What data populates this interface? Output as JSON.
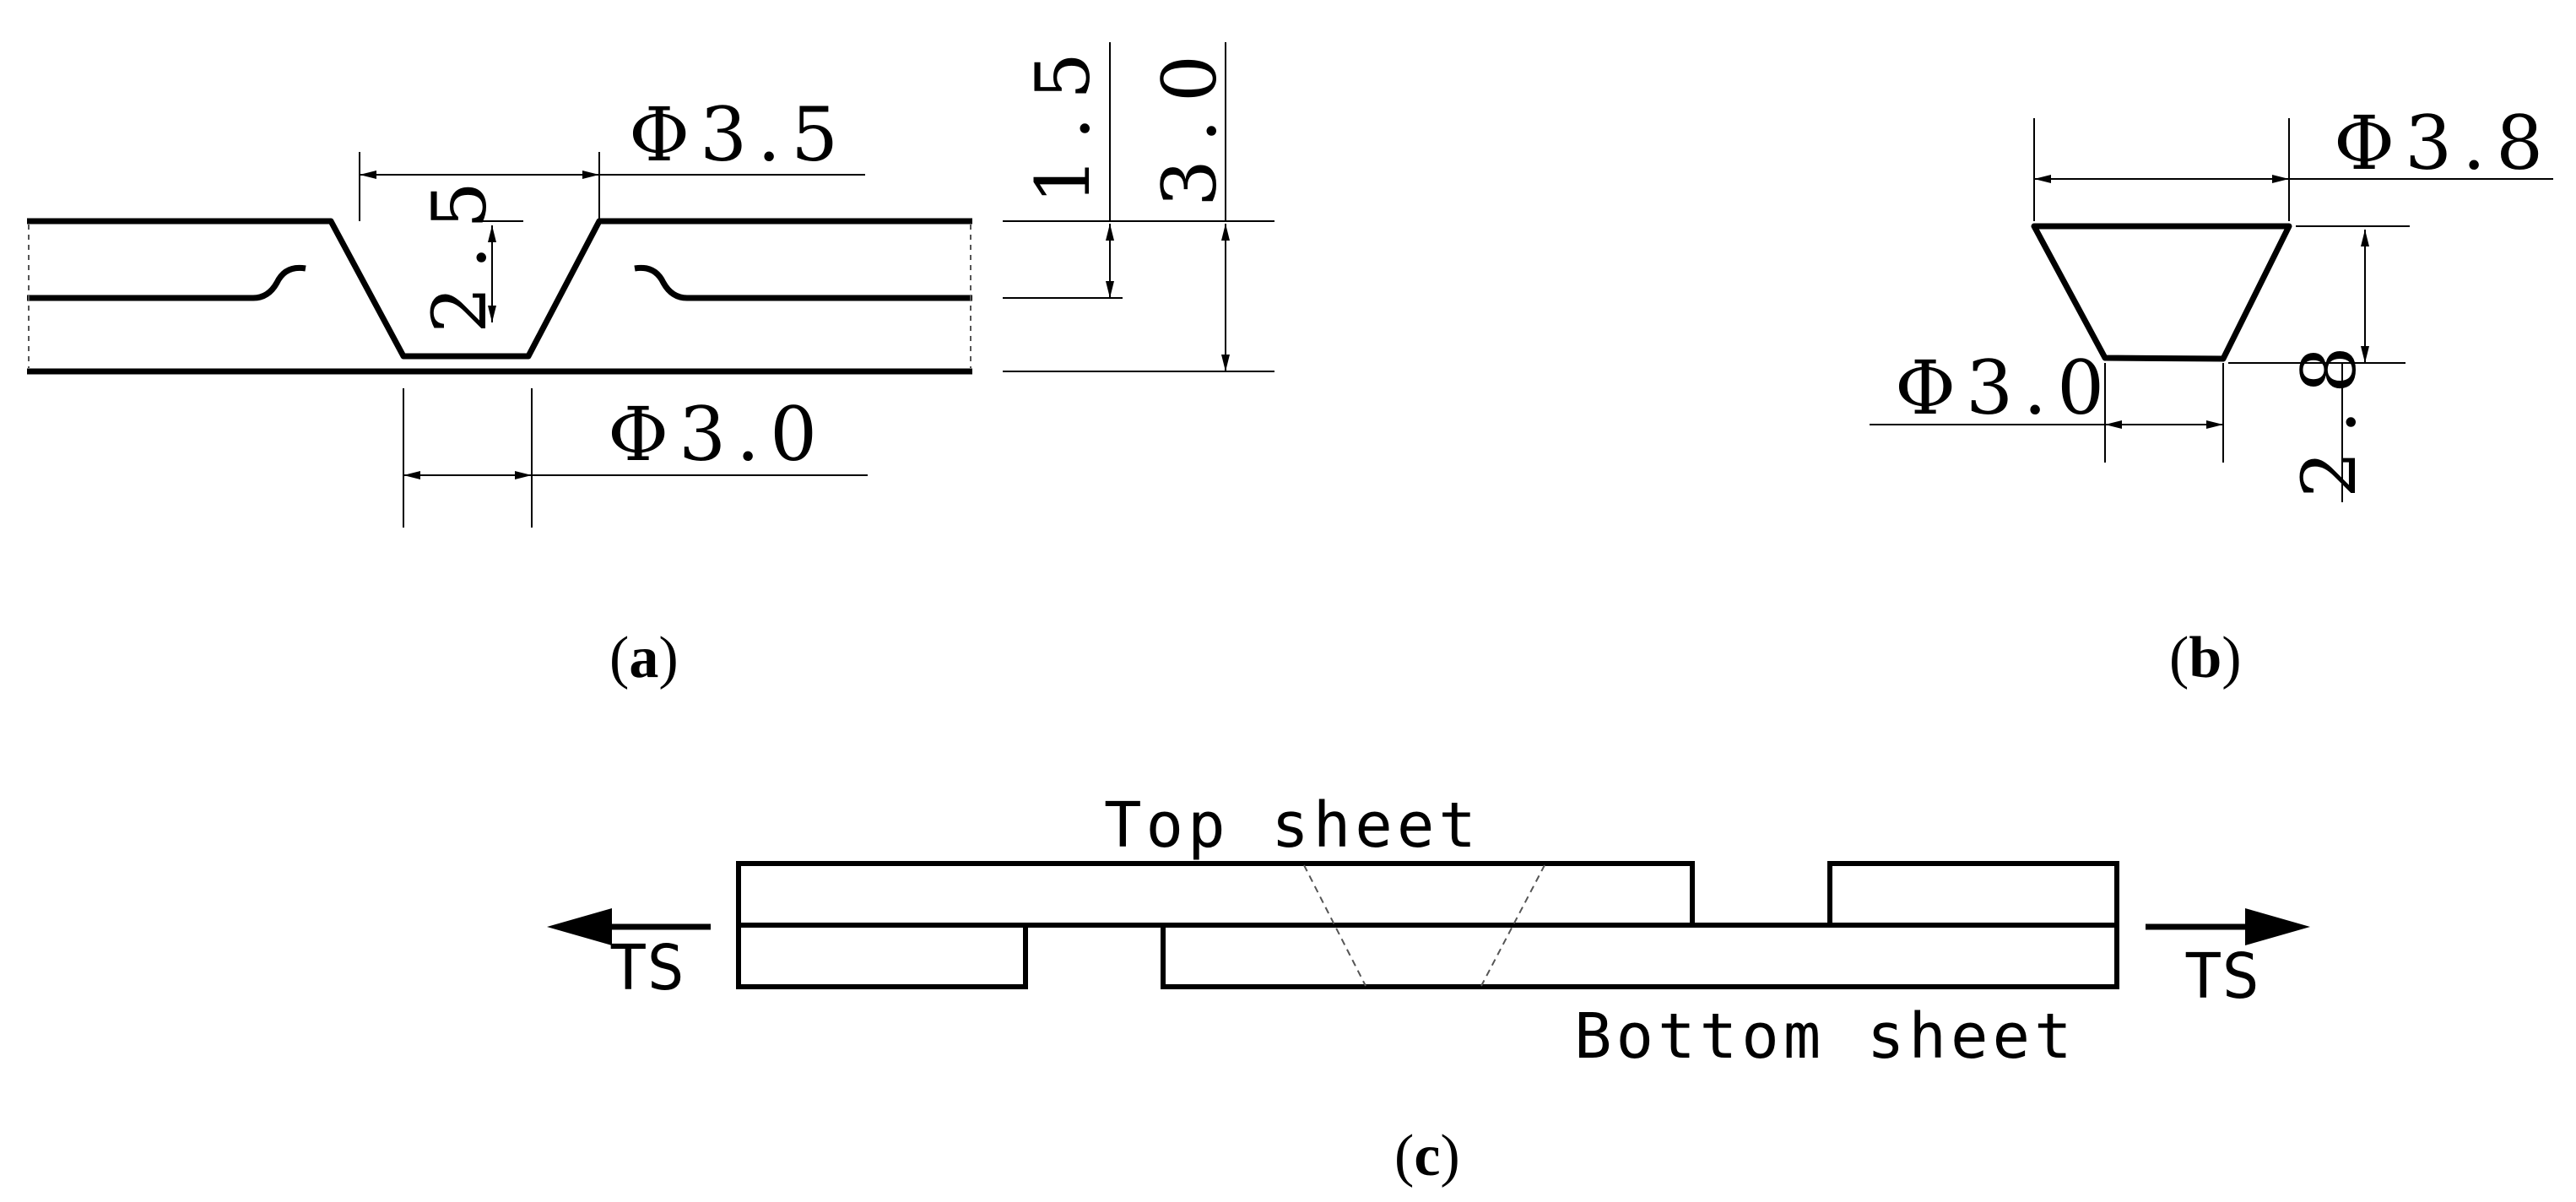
{
  "panel_a": {
    "top_width": "Φ3.5",
    "bottom_width": "Φ3.0",
    "depth": "2.5",
    "bottom_thickness": "1.5",
    "total_thickness": "3.0",
    "caption_open": "(",
    "caption_letter": "a",
    "caption_close": ")"
  },
  "panel_b": {
    "top_width": "Φ3.8",
    "bottom_width": "Φ3.0",
    "height": "2.8",
    "caption_open": "(",
    "caption_letter": "b",
    "caption_close": ")"
  },
  "panel_c": {
    "top_label": "Top sheet",
    "bottom_label": "Bottom sheet",
    "left_force": "TS",
    "right_force": "TS",
    "caption_open": "(",
    "caption_letter": "c",
    "caption_close": ")"
  }
}
